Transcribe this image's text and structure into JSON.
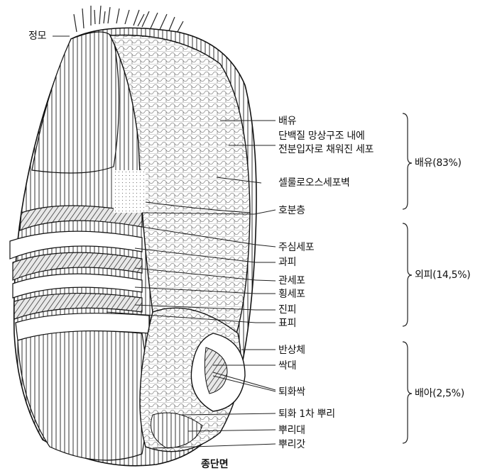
{
  "labels": {
    "top_hair": "정모",
    "endosperm": "배유",
    "protein_matrix_1": "단백질 망상구조 내에",
    "protein_matrix_2": "전분입자로 채워진 세포",
    "cellulose_wall": "셀룰로오스세포벽",
    "aleurone": "호분층",
    "nucellus": "주심세포",
    "pericarp": "과피",
    "tube_cell": "관세포",
    "cross_cell": "횡세포",
    "hypodermis": "진피",
    "epidermis": "표피",
    "scutellum": "반상체",
    "coleoptile": "싹대",
    "coleoptile_sheath": "퇴화싹",
    "primary_root": "퇴화 1차 뿌리",
    "root_stalk": "뿌리대",
    "root_cap": "뿌리갓"
  },
  "groups": {
    "endosperm_group": "배유(83%)",
    "bran_group": "외피(14,5%)",
    "germ_group": "배아(2,5%)"
  },
  "caption": "종단면"
}
